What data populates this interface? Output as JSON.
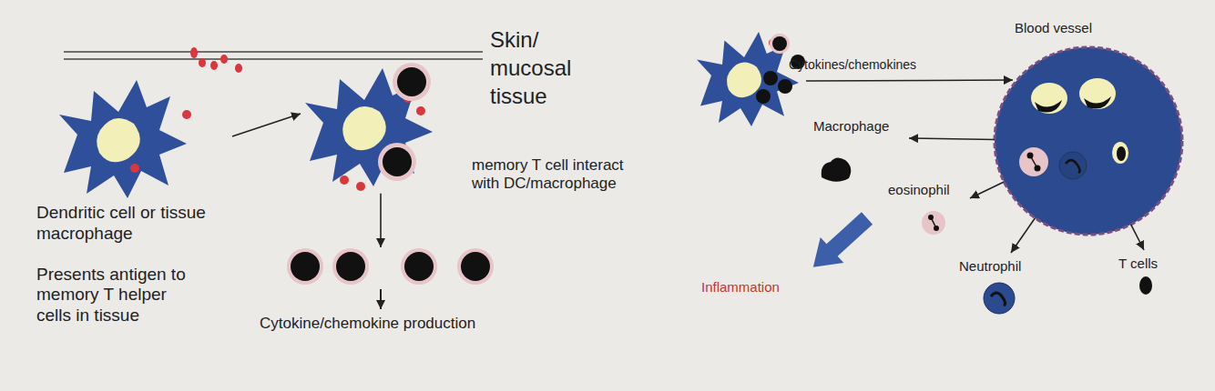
{
  "diagram": {
    "nodes": [
      {
        "text": [
          "Dendritic cell or tissue macrophage",
          "Presents antigen to memory T helper cells in tissue"
        ]
      },
      {
        "text": [
          "memory T cell interact with DC/macrophage"
        ]
      },
      {
        "text": [
          "Cytokine/chemokine production"
        ]
      },
      {
        "text": [
          "Blood vessel"
        ]
      },
      {
        "text": [
          "Macrophage"
        ]
      },
      {
        "text": [
          "eosinophil"
        ]
      },
      {
        "text": [
          "Neutrophil"
        ]
      },
      {
        "text": [
          "T cells"
        ]
      }
    ],
    "edges": [
      {
        "from": 0,
        "to": 1,
        "arrow": "to"
      },
      {
        "from": 1,
        "to": 2,
        "arrow": "to"
      },
      {
        "from": 3,
        "to": 4,
        "arrow": "to"
      },
      {
        "from": 3,
        "to": 5,
        "arrow": "to"
      },
      {
        "from": 3,
        "to": 6,
        "arrow": "to"
      },
      {
        "from": 3,
        "to": 7,
        "arrow": "to"
      }
    ],
    "labels": [
      "Skin/ mucosal tissue",
      "Cytokines/chemokines",
      "Inflammation"
    ]
  }
}
